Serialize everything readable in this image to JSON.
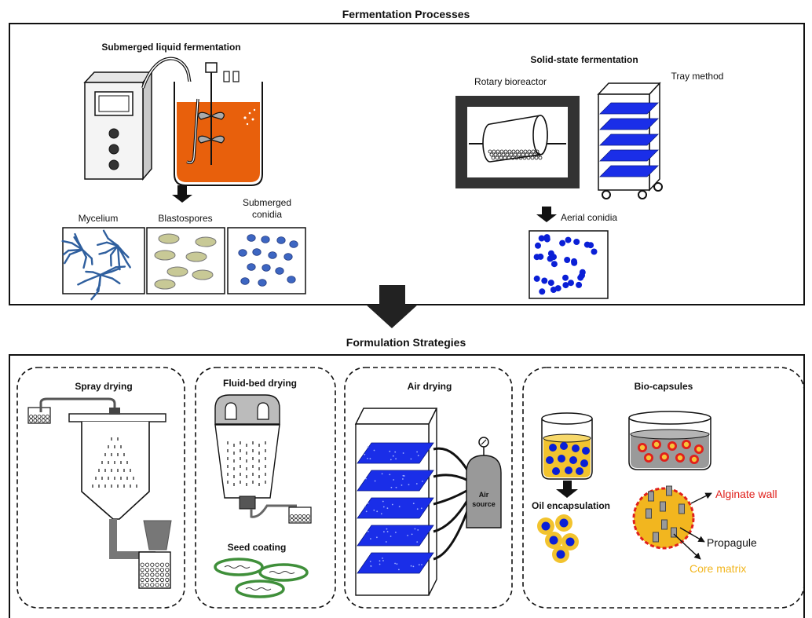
{
  "fermentation": {
    "title": "Fermentation Processes",
    "submerged": {
      "title": "Submerged liquid fermentation",
      "propagules": [
        {
          "label_line1": "Mycelium",
          "label_line2": ""
        },
        {
          "label_line1": "Blastospores",
          "label_line2": ""
        },
        {
          "label_line1": "Submerged",
          "label_line2": "conidia"
        }
      ]
    },
    "solid_state": {
      "title": "Solid-state fermentation",
      "rotary_label": "Rotary bioreactor",
      "tray_label": "Tray method",
      "output_label": "Aerial conidia"
    }
  },
  "formulation": {
    "title": "Formulation Strategies",
    "spray_drying": {
      "title": "Spray drying"
    },
    "fluid_bed": {
      "title": "Fluid-bed drying",
      "seed_coating": "Seed coating"
    },
    "air_drying": {
      "title": "Air drying",
      "source_line1": "Air",
      "source_line2": "source"
    },
    "biocapsules": {
      "title": "Bio-capsules",
      "oil_label": "Oil encapsulation",
      "wall_label": "Alginate wall",
      "propagule_label": "Propagule",
      "core_label": "Core matrix"
    }
  },
  "colors": {
    "broth": "#e8600c",
    "conidia": "#0a1fd6",
    "tray": "#1a2ee8",
    "mycelium": "#2f5f9e",
    "blastospore": "#c8c996",
    "submerged_conidia": "#3d66c2",
    "alginate_red": "#e0201c",
    "core_yellow": "#f2b61f",
    "seed_green": "#3f8f3a"
  }
}
